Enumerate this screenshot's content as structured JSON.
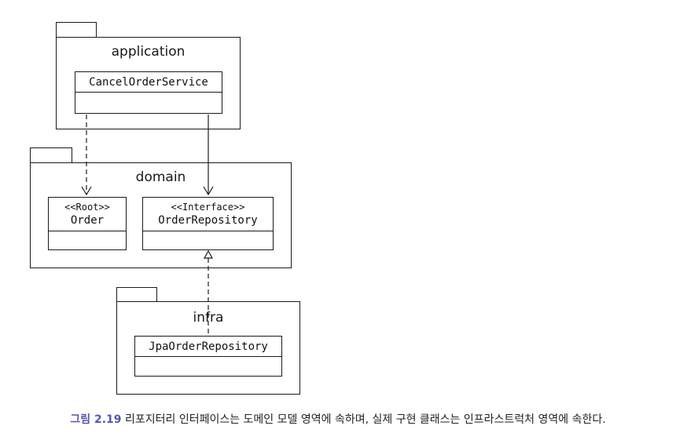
{
  "packages": {
    "application": "application",
    "domain": "domain",
    "infra": "infra"
  },
  "classes": {
    "cancel_order_service": {
      "name": "CancelOrderService"
    },
    "order": {
      "stereotype": "<<Root>>",
      "name": "Order"
    },
    "order_repository": {
      "stereotype": "<<Interface>>",
      "name": "OrderRepository"
    },
    "jpa_order_repository": {
      "name": "JpaOrderRepository"
    }
  },
  "caption": {
    "label": "그림 2.19",
    "text": "리포지터리 인터페이스는 도메인 모델 영역에 속하며, 실제 구현 클래스는 인프라스트럭처 영역에 속한다."
  },
  "colors": {
    "line": "#1a1a1a",
    "caption_label": "#5458b0",
    "caption_text": "#222222"
  }
}
